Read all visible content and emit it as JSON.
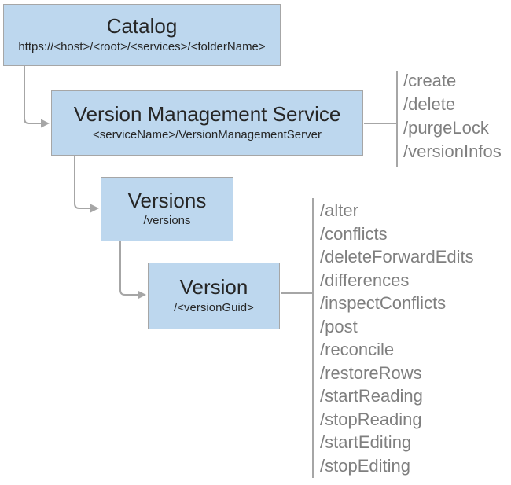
{
  "diagram": {
    "boxes": {
      "catalog": {
        "title": "Catalog",
        "subtitle": "https://<host>/<root>/<services>/<folderName>"
      },
      "service": {
        "title": "Version Management Service",
        "subtitle": "<serviceName>/VersionManagementServer"
      },
      "versions": {
        "title": "Versions",
        "subtitle": "/versions"
      },
      "version": {
        "title": "Version",
        "subtitle": "/<versionGuid>"
      }
    },
    "service_operations": [
      "/create",
      "/delete",
      "/purgeLock",
      "/versionInfos"
    ],
    "version_operations": [
      "/alter",
      "/conflicts",
      "/deleteForwardEdits",
      "/differences",
      "/inspectConflicts",
      "/post",
      "/reconcile",
      "/restoreRows",
      "/startReading",
      "/stopReading",
      "/startEditing",
      "/stopEditing"
    ],
    "colors": {
      "box_fill": "#bdd7ee",
      "box_border": "#a6a6a6",
      "connector": "#a6a6a6",
      "title_text": "#262626",
      "operation_text": "#7f7f7f"
    }
  }
}
